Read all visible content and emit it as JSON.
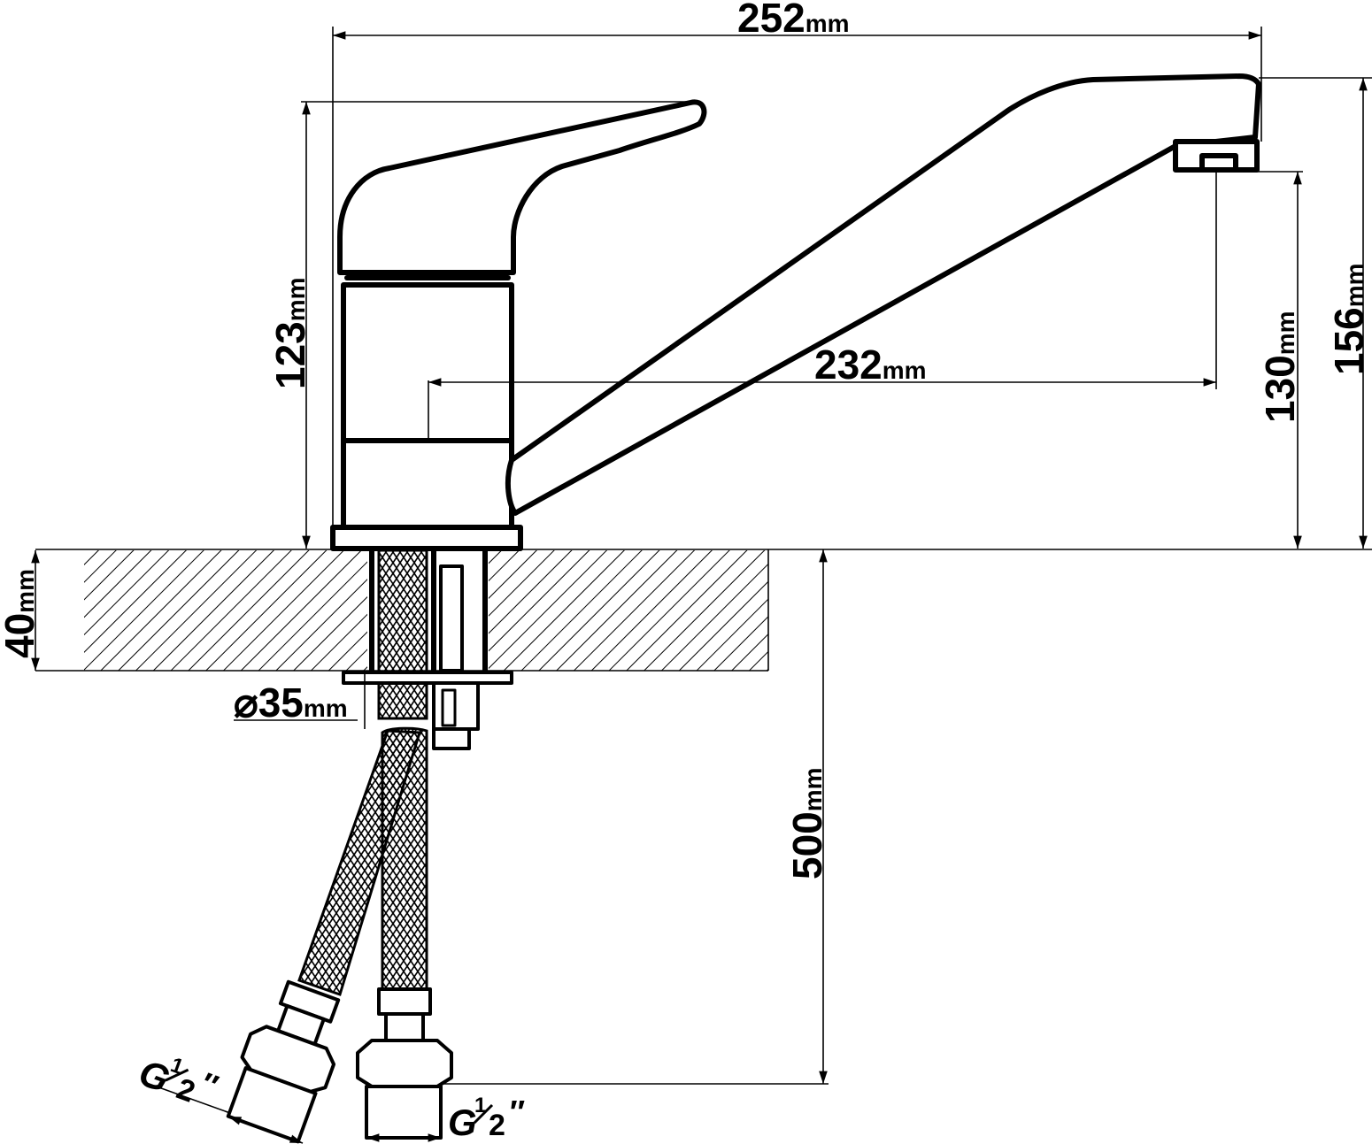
{
  "dimensions": {
    "overall_width": {
      "value": "252",
      "unit": "mm"
    },
    "handle_height": {
      "value": "123",
      "unit": "mm"
    },
    "spout_reach": {
      "value": "232",
      "unit": "mm"
    },
    "spout_height": {
      "value": "130",
      "unit": "mm"
    },
    "overall_height": {
      "value": "156",
      "unit": "mm"
    },
    "counter_thickness": {
      "value": "40",
      "unit": "mm"
    },
    "hole_diameter": {
      "value": "⌀35",
      "unit": "mm"
    },
    "hose_length": {
      "value": "500",
      "unit": "mm"
    }
  },
  "threads": {
    "left": {
      "g": "G",
      "num": "1",
      "den": "2",
      "mark": "″"
    },
    "right": {
      "g": "G",
      "num": "1",
      "den": "2",
      "mark": "″"
    }
  },
  "colors": {
    "line": "#000000",
    "background": "#ffffff"
  }
}
